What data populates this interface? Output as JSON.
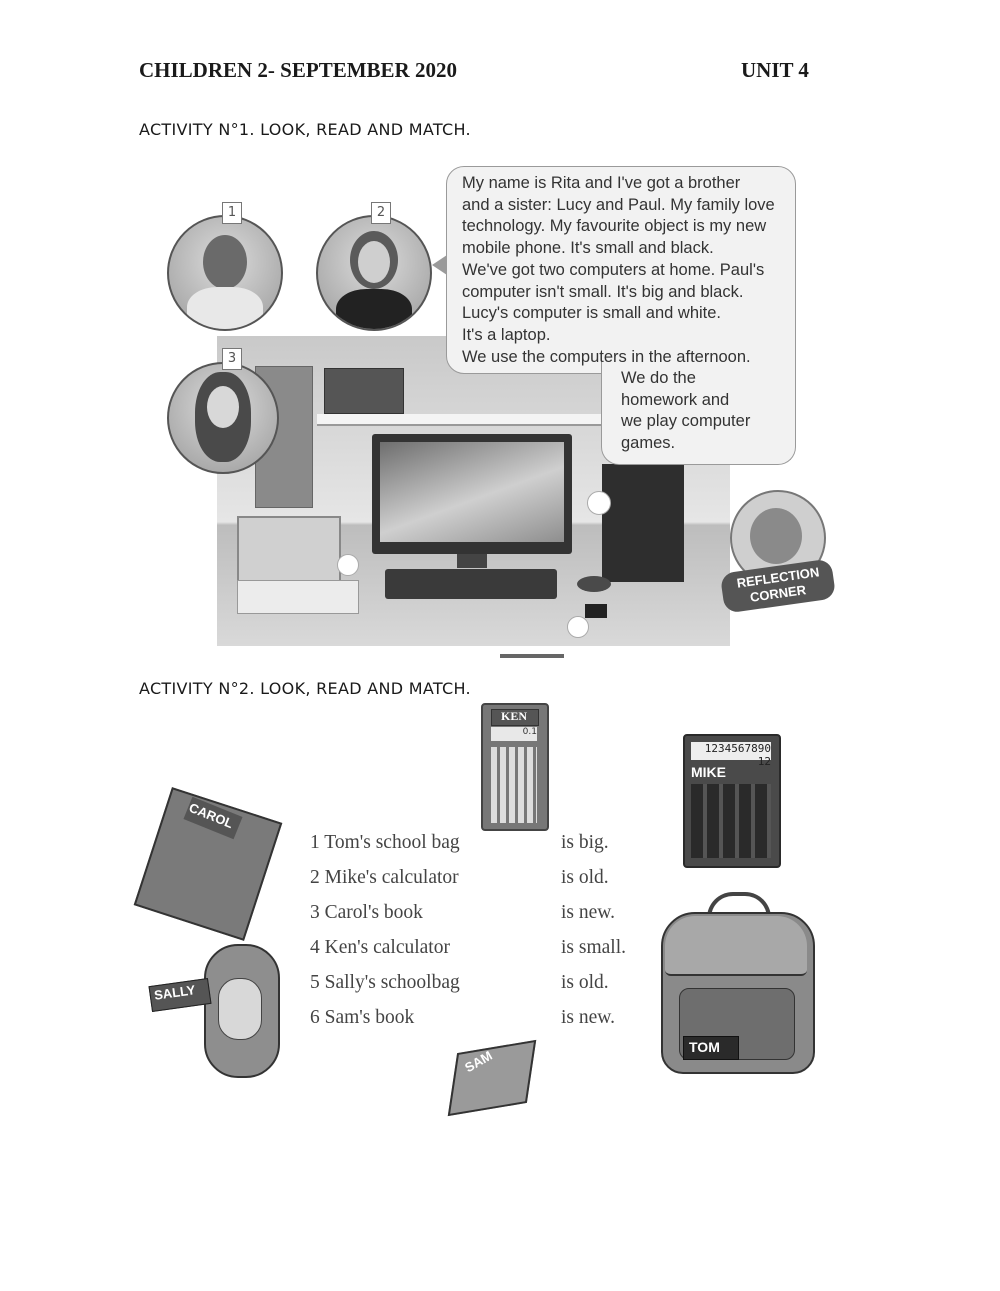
{
  "header": {
    "left": "CHILDREN 2- SEPTEMBER 2020",
    "right": "UNIT 4"
  },
  "activity1": {
    "title": "ACTIVITY N°1. LOOK, READ AND MATCH.",
    "portrait_numbers": [
      "1",
      "2",
      "3"
    ],
    "story_lines": [
      "My name is Rita and I've got a brother",
      "and a sister: Lucy and Paul. My family love",
      "technology. My favourite object is my new",
      "mobile phone. It's small and black.",
      "We've got two computers at home. Paul's",
      "computer isn't small. It's big and black.",
      "Lucy's computer is small and white.",
      "It's a laptop.",
      "We use the computers in the afternoon."
    ],
    "story_tail_lines": [
      "We do the",
      "homework and",
      "we play computer",
      "games."
    ],
    "badge": {
      "line1": "REFLECTION",
      "line2": "CORNER"
    }
  },
  "activity2": {
    "title": "ACTIVITY N°2. LOOK, READ AND MATCH.",
    "items": [
      "1 Tom's school bag",
      "2 Mike's calculator",
      "3 Carol's book",
      "4 Ken's calculator",
      "5 Sally's schoolbag",
      "6 Sam's book"
    ],
    "descriptions": [
      "is big.",
      "is old.",
      "is new.",
      "is small.",
      "is old.",
      "is new."
    ],
    "picture_labels": {
      "ken": "KEN",
      "ken_display": "0.1",
      "mike": "MIKE",
      "mike_display": "1234567890 12",
      "carol": "CAROL",
      "sally": "SALLY",
      "sam": "SAM",
      "tom": "TOM"
    }
  }
}
